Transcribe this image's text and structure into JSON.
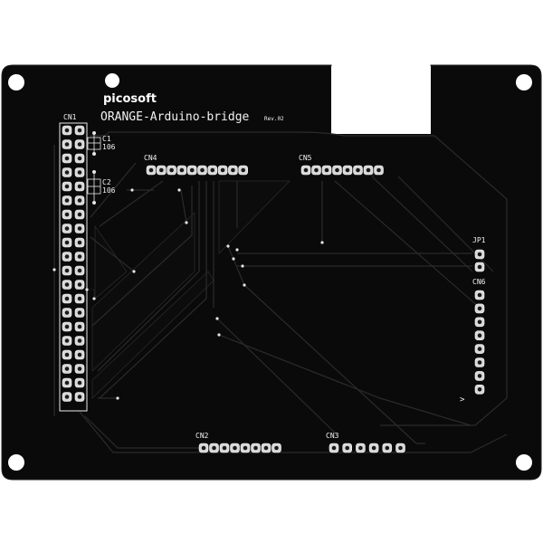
{
  "board": {
    "brand": "picosoft",
    "title": "ORANGE-Arduino-bridge",
    "revision": "Rev.02",
    "colors": {
      "substrate": "#000000",
      "board": "#0a0a0a",
      "silkscreen": "#f2f2f2",
      "pad": "#d9d9d9",
      "cutout": "#ffffff"
    }
  },
  "components": {
    "cn1": {
      "label": "CN1"
    },
    "cn2": {
      "label": "CN2"
    },
    "cn3": {
      "label": "CN3"
    },
    "cn4": {
      "label": "CN4"
    },
    "cn5": {
      "label": "CN5"
    },
    "cn6": {
      "label": "CN6"
    },
    "jp1": {
      "label": "JP1"
    },
    "c1": {
      "label": "C1",
      "value": "106"
    },
    "c2": {
      "label": "C2",
      "value": "106"
    },
    "pin1_marker": ">"
  }
}
